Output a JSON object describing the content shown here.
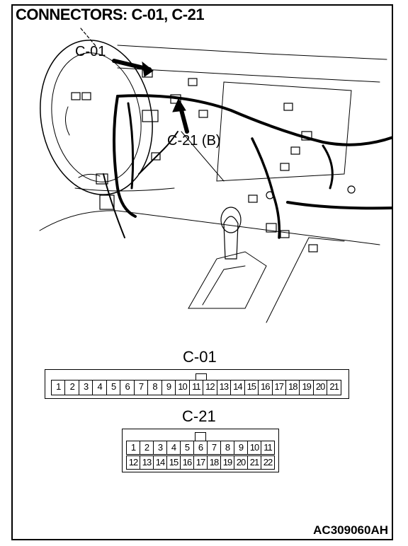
{
  "title": "CONNECTORS: C-01, C-21",
  "callouts": {
    "c01": "C-01",
    "c21b": "C-21 (B)"
  },
  "connectors": {
    "c01": {
      "label": "C-01",
      "pins": [
        "1",
        "2",
        "3",
        "4",
        "5",
        "6",
        "7",
        "8",
        "9",
        "10",
        "11",
        "12",
        "13",
        "14",
        "15",
        "16",
        "17",
        "18",
        "19",
        "20",
        "21"
      ]
    },
    "c21": {
      "label": "C-21",
      "row1": [
        "1",
        "2",
        "3",
        "4",
        "5",
        "6",
        "7",
        "8",
        "9",
        "10",
        "11"
      ],
      "row2": [
        "12",
        "13",
        "14",
        "15",
        "16",
        "17",
        "18",
        "19",
        "20",
        "21",
        "22"
      ]
    }
  },
  "figure_id": "AC309060AH"
}
